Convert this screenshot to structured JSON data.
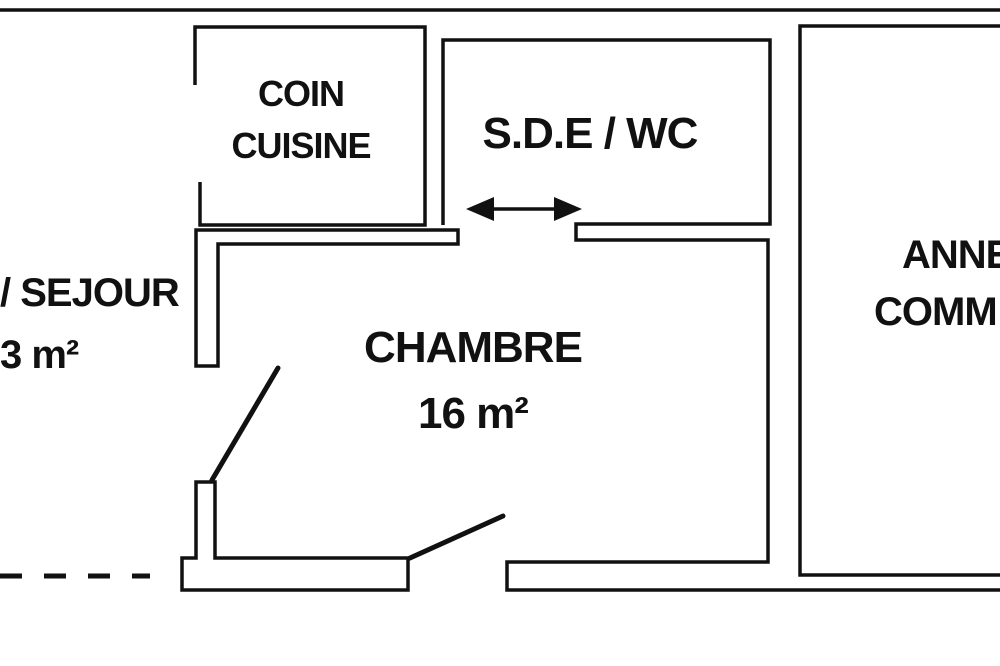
{
  "colors": {
    "wall": "#111111",
    "background": "#ffffff"
  },
  "rooms": {
    "coin_cuisine": {
      "line1": "COIN",
      "line2": "CUISINE"
    },
    "sde_wc": {
      "label": "S.D.E / WC"
    },
    "sejour": {
      "label": "/ SEJOUR",
      "area": "3 m²"
    },
    "chambre": {
      "label": "CHAMBRE",
      "area": "16 m²"
    },
    "annexe": {
      "line1": "ANNE",
      "line2": "COMM"
    }
  },
  "icons": {
    "passage": "double-arrow-icon"
  }
}
